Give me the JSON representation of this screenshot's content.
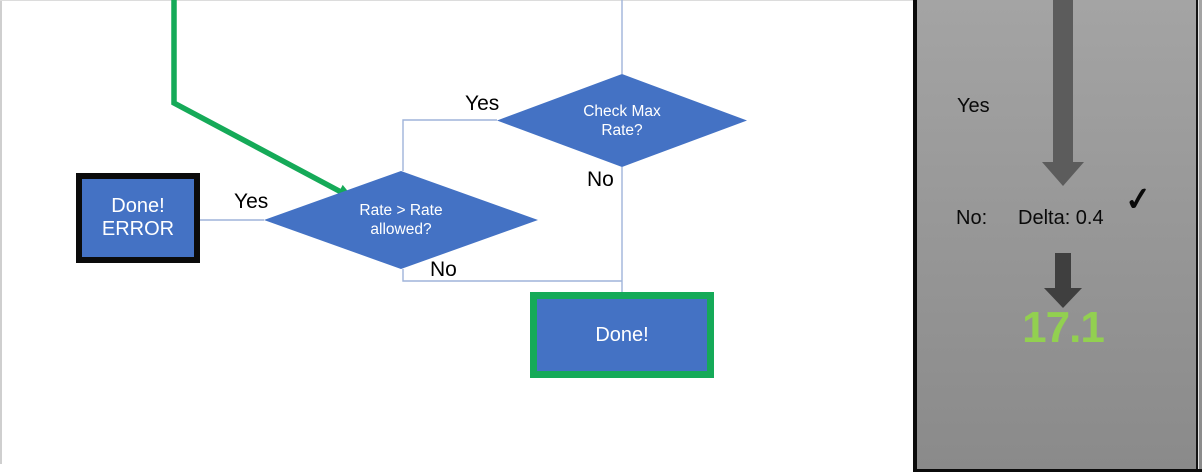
{
  "flowchart": {
    "nodes": {
      "check_max_rate": {
        "line1": "Check Max",
        "line2": "Rate?"
      },
      "rate_allowed": {
        "line1": "Rate > Rate",
        "line2": "allowed?"
      },
      "done_error": {
        "line1": "Done!",
        "line2": "ERROR"
      },
      "done": {
        "label": "Done!"
      }
    },
    "edge_labels": {
      "check_max_yes": "Yes",
      "check_max_no": "No",
      "rate_allowed_yes": "Yes",
      "rate_allowed_no": "No"
    }
  },
  "side_panel": {
    "yes_label": "Yes",
    "no_label": "No:",
    "delta_label": "Delta: 0.4",
    "checkmark_icon": "✓",
    "result_value": "17.1"
  },
  "colors": {
    "node_fill_blue": "#4472C4",
    "connector_blue": "#9FB4DA",
    "green_accent": "#15AA58",
    "result_green": "#92D050",
    "arrow_gray_dark": "#5C5C5C",
    "arrow_gray_darker": "#3F3F3F"
  }
}
